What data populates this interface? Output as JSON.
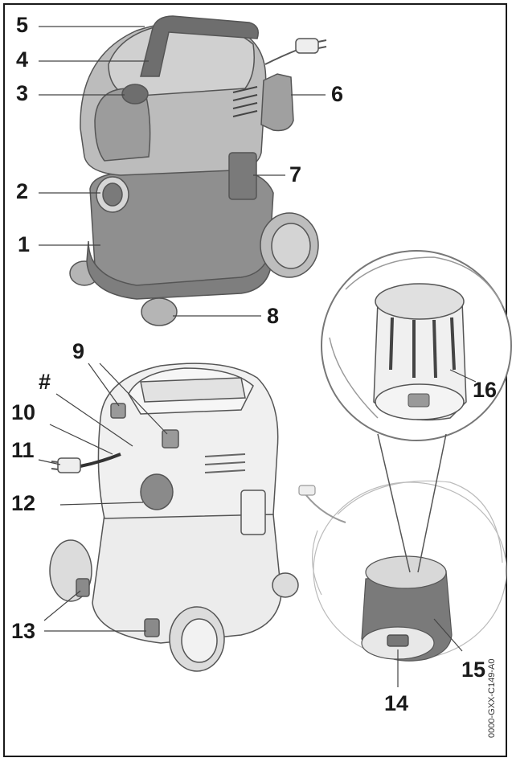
{
  "callouts": {
    "c1": "1",
    "c2": "2",
    "c3": "3",
    "c4": "4",
    "c5": "5",
    "c6": "6",
    "c7": "7",
    "c8": "8",
    "c9": "9",
    "c10": "10",
    "c11": "11",
    "c12": "12",
    "c13": "13",
    "c14": "14",
    "c15": "15",
    "c16": "16",
    "hash": "#"
  },
  "image_code": "0000-GXX-C149-A0",
  "colors": {
    "line": "#1a1a1a",
    "body_light": "#c9c9c9",
    "body_mid": "#a8a8a8",
    "body_dark": "#8a8a8a",
    "handle": "#6e6e6e",
    "outline_light": "#9a9a9a"
  }
}
